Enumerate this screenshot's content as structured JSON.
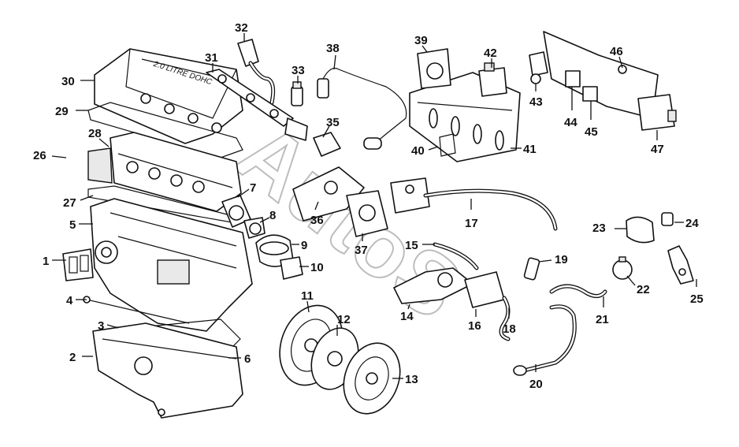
{
  "diagram": {
    "embossed_text": "2.0 LITRE DOHC",
    "watermark": "AutoS",
    "callouts": [
      "1",
      "2",
      "3",
      "4",
      "5",
      "6",
      "7",
      "8",
      "9",
      "10",
      "11",
      "12",
      "13",
      "14",
      "15",
      "16",
      "17",
      "18",
      "19",
      "20",
      "21",
      "22",
      "23",
      "24",
      "25",
      "26",
      "27",
      "28",
      "29",
      "30",
      "31",
      "32",
      "33",
      "35",
      "36",
      "37",
      "38",
      "39",
      "40",
      "41",
      "42",
      "43",
      "44",
      "45",
      "46",
      "47"
    ]
  }
}
